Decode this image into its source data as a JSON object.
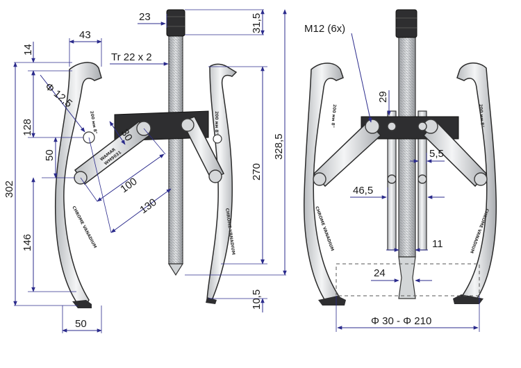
{
  "dimensions": {
    "d23": "23",
    "d31_5": "31,5",
    "d43": "43",
    "d14": "14",
    "thread": "Tr 22 x 2",
    "dia12_5": "Φ 12,5",
    "d128": "128",
    "d30": "30",
    "d50_left": "50",
    "d302": "302",
    "d100": "100",
    "d130": "130",
    "d270": "270",
    "d328_5": "328,5",
    "d146": "146",
    "d10_5": "10,5",
    "d50_bottom": "50",
    "m12": "M12 (6x)",
    "d29": "29",
    "d5_5": "5,5",
    "d46_5": "46,5",
    "d11": "11",
    "d24": "24",
    "span": "Φ 30 - Φ 210"
  },
  "engraving": {
    "capacity": "200 мм 8\"",
    "brand": "WAMAR",
    "model": "WM9031",
    "material": "CHROME VANADIUM"
  },
  "colors": {
    "dimension_line": "#2b2b8c",
    "steel": "#d6d8da",
    "dark_part": "#2e2e30"
  }
}
